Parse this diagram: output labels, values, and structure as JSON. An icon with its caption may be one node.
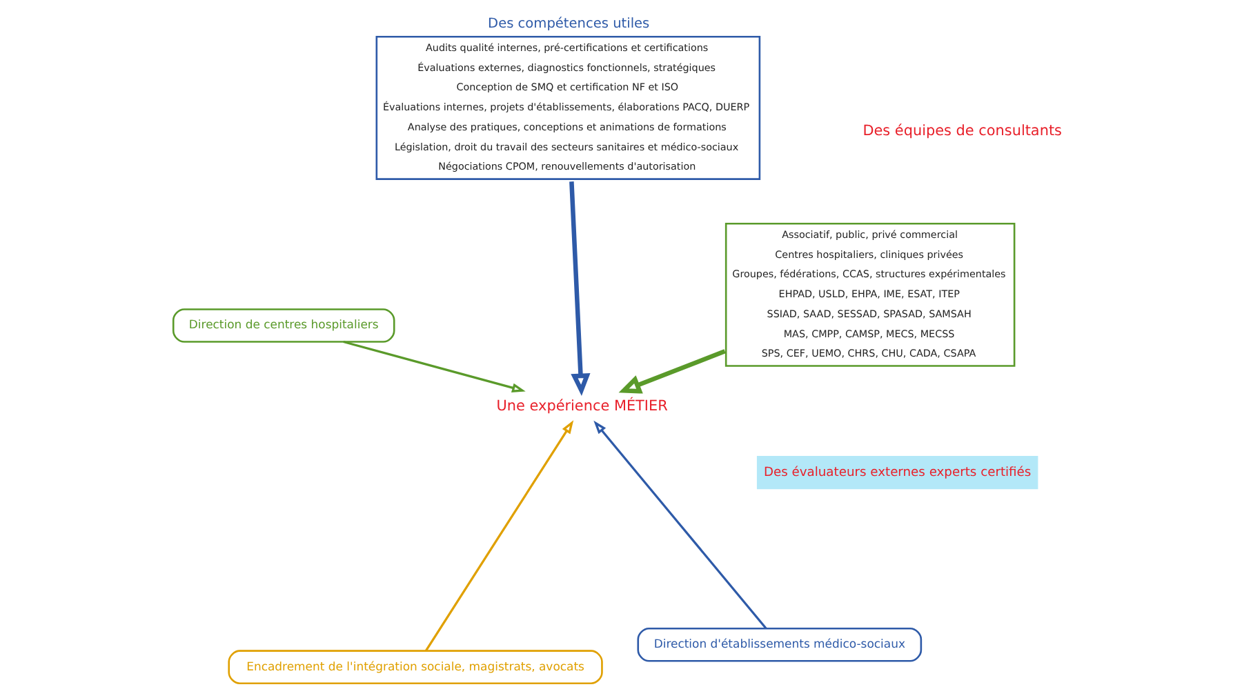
{
  "diagram": {
    "nodes": [
      {
        "text": [
          "Une expérience MÉTIER"
        ]
      },
      {
        "text": [
          "Direction d'établissements médico-sociaux"
        ]
      },
      {
        "text": [
          "Encadrement de l'intégration sociale, magistrats, avocats"
        ]
      },
      {
        "text": [
          "Direction de centres hospitaliers"
        ]
      },
      {
        "text": [
          "Associatif, public, privé commercial",
          "Centres hospitaliers, cliniques privées",
          "Groupes, fédérations, CCAS, structures expérimentales",
          "EHPAD, USLD, EHPA, IME, ESAT, ITEP",
          "SSIAD, SAAD, SESSAD, SPASAD, SAMSAH",
          "MAS, CMPP, CAMSP, MECS, MECSS",
          "SPS, CEF, UEMO, CHRS, CHU, CADA, CSAPA"
        ]
      },
      {
        "text": [
          "Des compétences utiles",
          "Audits qualité internes, pré-certifications et certifications",
          "Évaluations externes, diagnostics fonctionnels, stratégiques",
          "Conception de SMQ et certification NF et ISO",
          "Évaluations internes, projets d'établissements, élaborations PACQ, DUERP",
          "Analyse des pratiques, conceptions et animations de formations",
          "Législation, droit du travail des secteurs sanitaires et médico-sociaux",
          "Négociations CPOM, renouvellements d'autorisation"
        ]
      },
      {
        "text": [
          "Des évaluateurs externes experts certifiés"
        ]
      }
    ],
    "edges": [
      {
        "from": 1,
        "to": 0,
        "arrow": "to",
        "color": "#2e5aa8"
      },
      {
        "from": 2,
        "to": 0,
        "arrow": "to",
        "color": "#e0a000"
      },
      {
        "from": 3,
        "to": 0,
        "arrow": "to",
        "color": "#5a9a2a"
      },
      {
        "from": 4,
        "to": 0,
        "arrow": "to",
        "style": "thick",
        "color": "#5a9a2a"
      },
      {
        "from": 5,
        "to": 0,
        "arrow": "to",
        "style": "thick",
        "color": "#2e5aa8"
      }
    ],
    "labels": [
      "Des équipes de consultants"
    ]
  }
}
